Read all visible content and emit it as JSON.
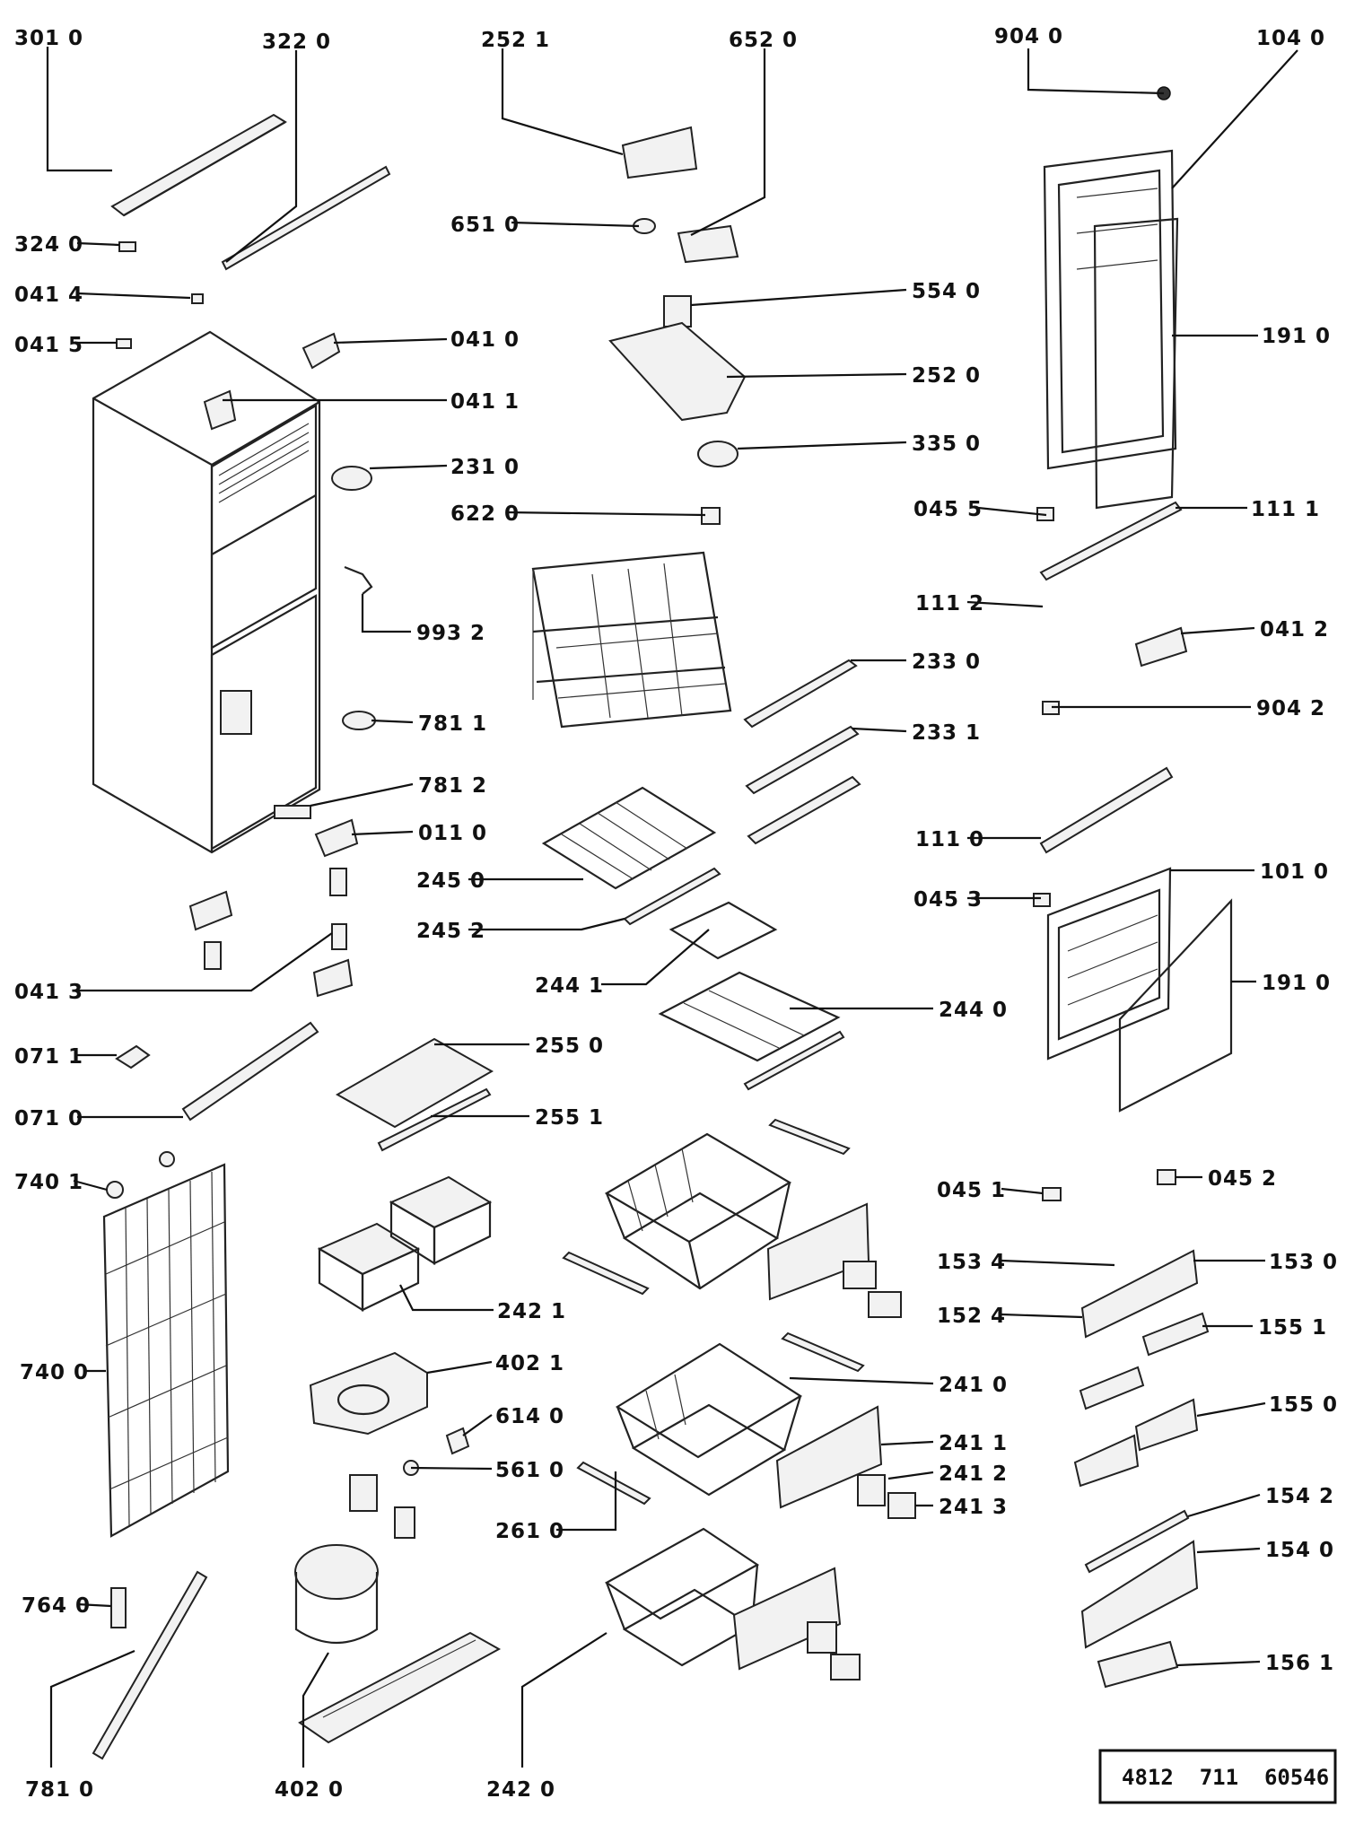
{
  "labels": {
    "l3010": "301 0",
    "l3220": "322 0",
    "l2521": "252 1",
    "l6520": "652 0",
    "l9040": "904 0",
    "l1040": "104 0",
    "l3240": "324 0",
    "l6510": "651 0",
    "l0414": "041 4",
    "l5540": "554 0",
    "l0415": "041 5",
    "l0410": "041 0",
    "l1910a": "191 0",
    "l0411": "041 1",
    "l2520": "252 0",
    "l2310": "231 0",
    "l3350": "335 0",
    "l6220": "622 0",
    "l0455": "045 5",
    "l1111": "111 1",
    "l1112": "111 2",
    "l9932": "993 2",
    "l0412": "041 2",
    "l2330": "233 0",
    "l7811": "781 1",
    "l2331": "233 1",
    "l9042": "904 2",
    "l7812": "781 2",
    "l0110": "011 0",
    "l1110": "111 0",
    "l2450": "245 0",
    "l1010": "101 0",
    "l0453": "045 3",
    "l2452": "245 2",
    "l2441": "244 1",
    "l0413": "041 3",
    "l2440": "244 0",
    "l1910b": "191 0",
    "l0711": "071 1",
    "l2550": "255 0",
    "l0710": "071 0",
    "l2551": "255 1",
    "l7401": "740 1",
    "l0451": "045 1",
    "l0452": "045 2",
    "l1534": "153 4",
    "l1530": "153 0",
    "l2421": "242 1",
    "l1524": "152 4",
    "l1551": "155 1",
    "l7400": "740 0",
    "l4021": "402 1",
    "l2410": "241 0",
    "l6140": "614 0",
    "l1550": "155 0",
    "l2411": "241 1",
    "l5610": "561 0",
    "l2412": "241 2",
    "l2413": "241 3",
    "l2610": "261 0",
    "l1542": "154 2",
    "l1540": "154 0",
    "l7640": "764 0",
    "l1561": "156 1",
    "l7810": "781 0",
    "l4020": "402 0",
    "l2420": "242 0"
  },
  "document_number": "4812  711  60546",
  "icons": {
    "cabinet": "fridge-cabinet-icon",
    "freezer_door": "freezer-door-icon",
    "fridge_door": "fridge-door-icon",
    "condenser": "condenser-coil-icon",
    "compressor": "compressor-icon",
    "basket": "wire-basket-icon"
  }
}
